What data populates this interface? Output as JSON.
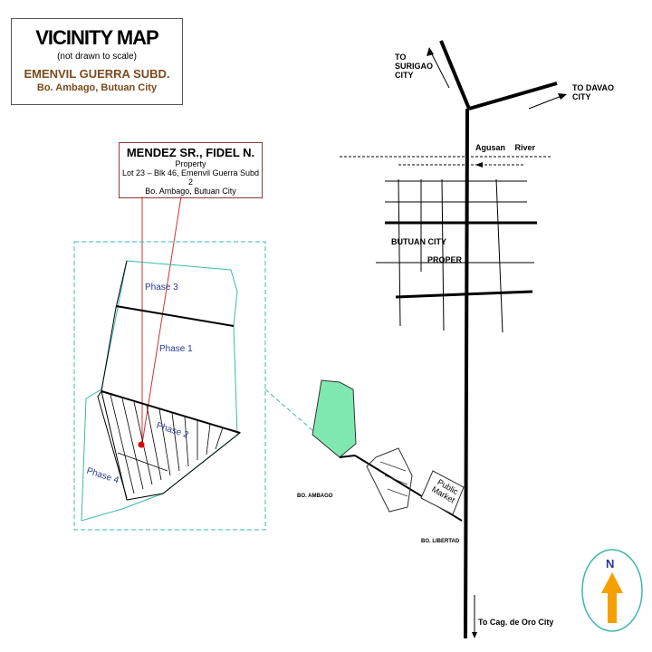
{
  "title": {
    "heading": "VICINITY MAP",
    "note": "(not drawn to scale)",
    "subdivision": "EMENVIL GUERRA SUBD.",
    "location": "Bo. Ambago, Butuan City"
  },
  "owner": {
    "name": "MENDEZ SR., FIDEL N.",
    "label": "Property",
    "lot": "Lot 23 – Blk 46, Emenvil Guerra Subd 2",
    "location": "Bo. Ambago, Butuan City"
  },
  "phases": [
    "Phase 3",
    "Phase 1",
    "Phase 2",
    "Phase 4"
  ],
  "places": {
    "surigao": "TO SURIGAO CITY",
    "davao": "TO DAVAO CITY",
    "river": "Agusan River",
    "city_proper_1": "BUTUAN CITY",
    "city_proper_2": "PROPER",
    "market": "Public Market",
    "ambago": "BO. AMBAGO",
    "libertad": "BO. LIBERTAD",
    "cdo": "To Cag. de Oro City"
  },
  "compass": {
    "label": "N"
  },
  "colors": {
    "highlight": "#7fe8b0",
    "phase_text": "#2a3a8c",
    "subd_text": "#7a4a1e",
    "compass_arrow": "#f5a000",
    "boundary": "#3cb8a8"
  }
}
